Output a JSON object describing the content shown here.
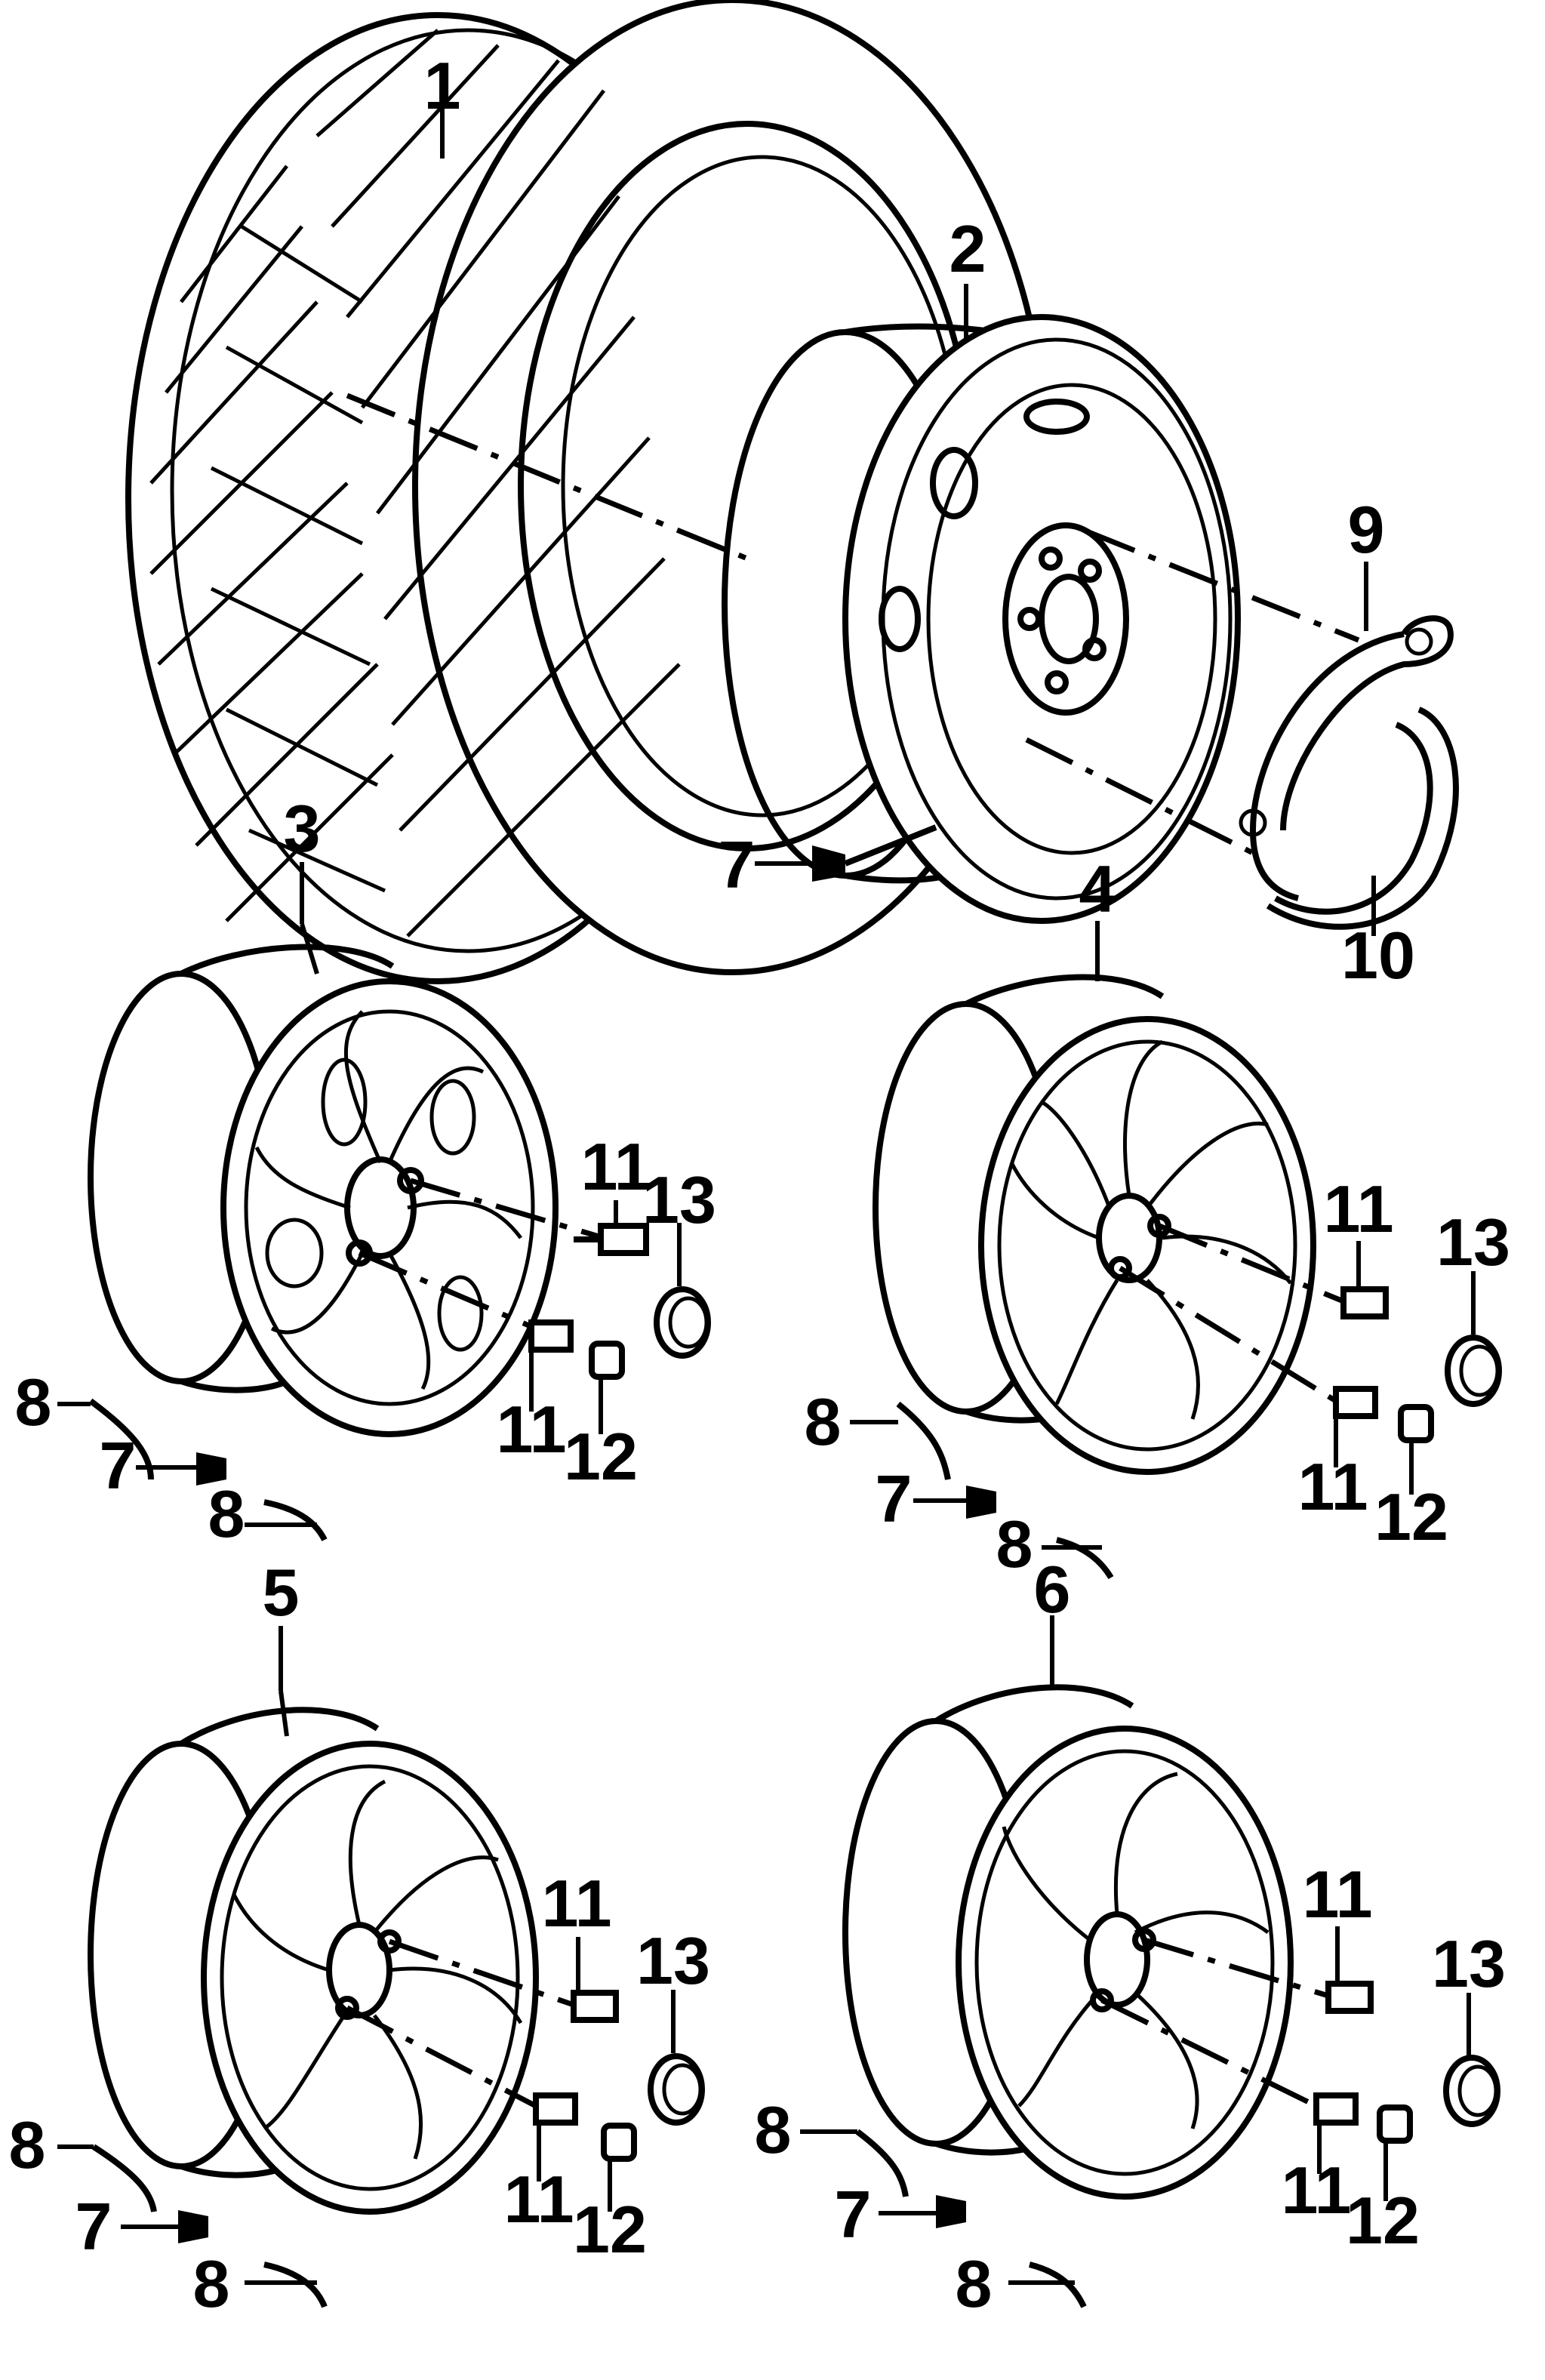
{
  "parts": [
    {
      "id": "tire",
      "label": "1"
    },
    {
      "id": "steel-wheel",
      "label": "2"
    },
    {
      "id": "alloy-wheel-a",
      "label": "3"
    },
    {
      "id": "alloy-wheel-b",
      "label": "4"
    },
    {
      "id": "alloy-wheel-c",
      "label": "5"
    },
    {
      "id": "alloy-wheel-d",
      "label": "6"
    },
    {
      "id": "valve",
      "label": "7"
    },
    {
      "id": "balance-weight",
      "label": "8"
    },
    {
      "id": "clip-ring-upper",
      "label": "9"
    },
    {
      "id": "clip-ring-lower",
      "label": "10"
    },
    {
      "id": "wheel-bolt",
      "label": "11"
    },
    {
      "id": "bolt-cap",
      "label": "12"
    },
    {
      "id": "hub-cap",
      "label": "13"
    }
  ],
  "labels": {
    "p1": "1",
    "p2": "2",
    "p3": "3",
    "p4": "4",
    "p5": "5",
    "p6": "6",
    "p7": "7",
    "p8": "8",
    "p9": "9",
    "p10": "10",
    "p11": "11",
    "p12": "12",
    "p13": "13"
  }
}
